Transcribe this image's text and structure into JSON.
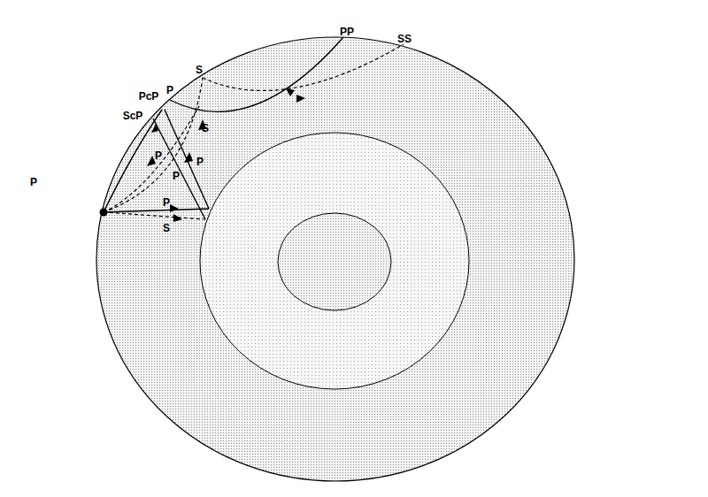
{
  "diagram": {
    "labels": [
      "PP",
      "SS",
      "S",
      "PcP",
      "P",
      "ScP",
      "S",
      "P",
      "P",
      "P",
      "P",
      "S",
      "P"
    ]
  }
}
